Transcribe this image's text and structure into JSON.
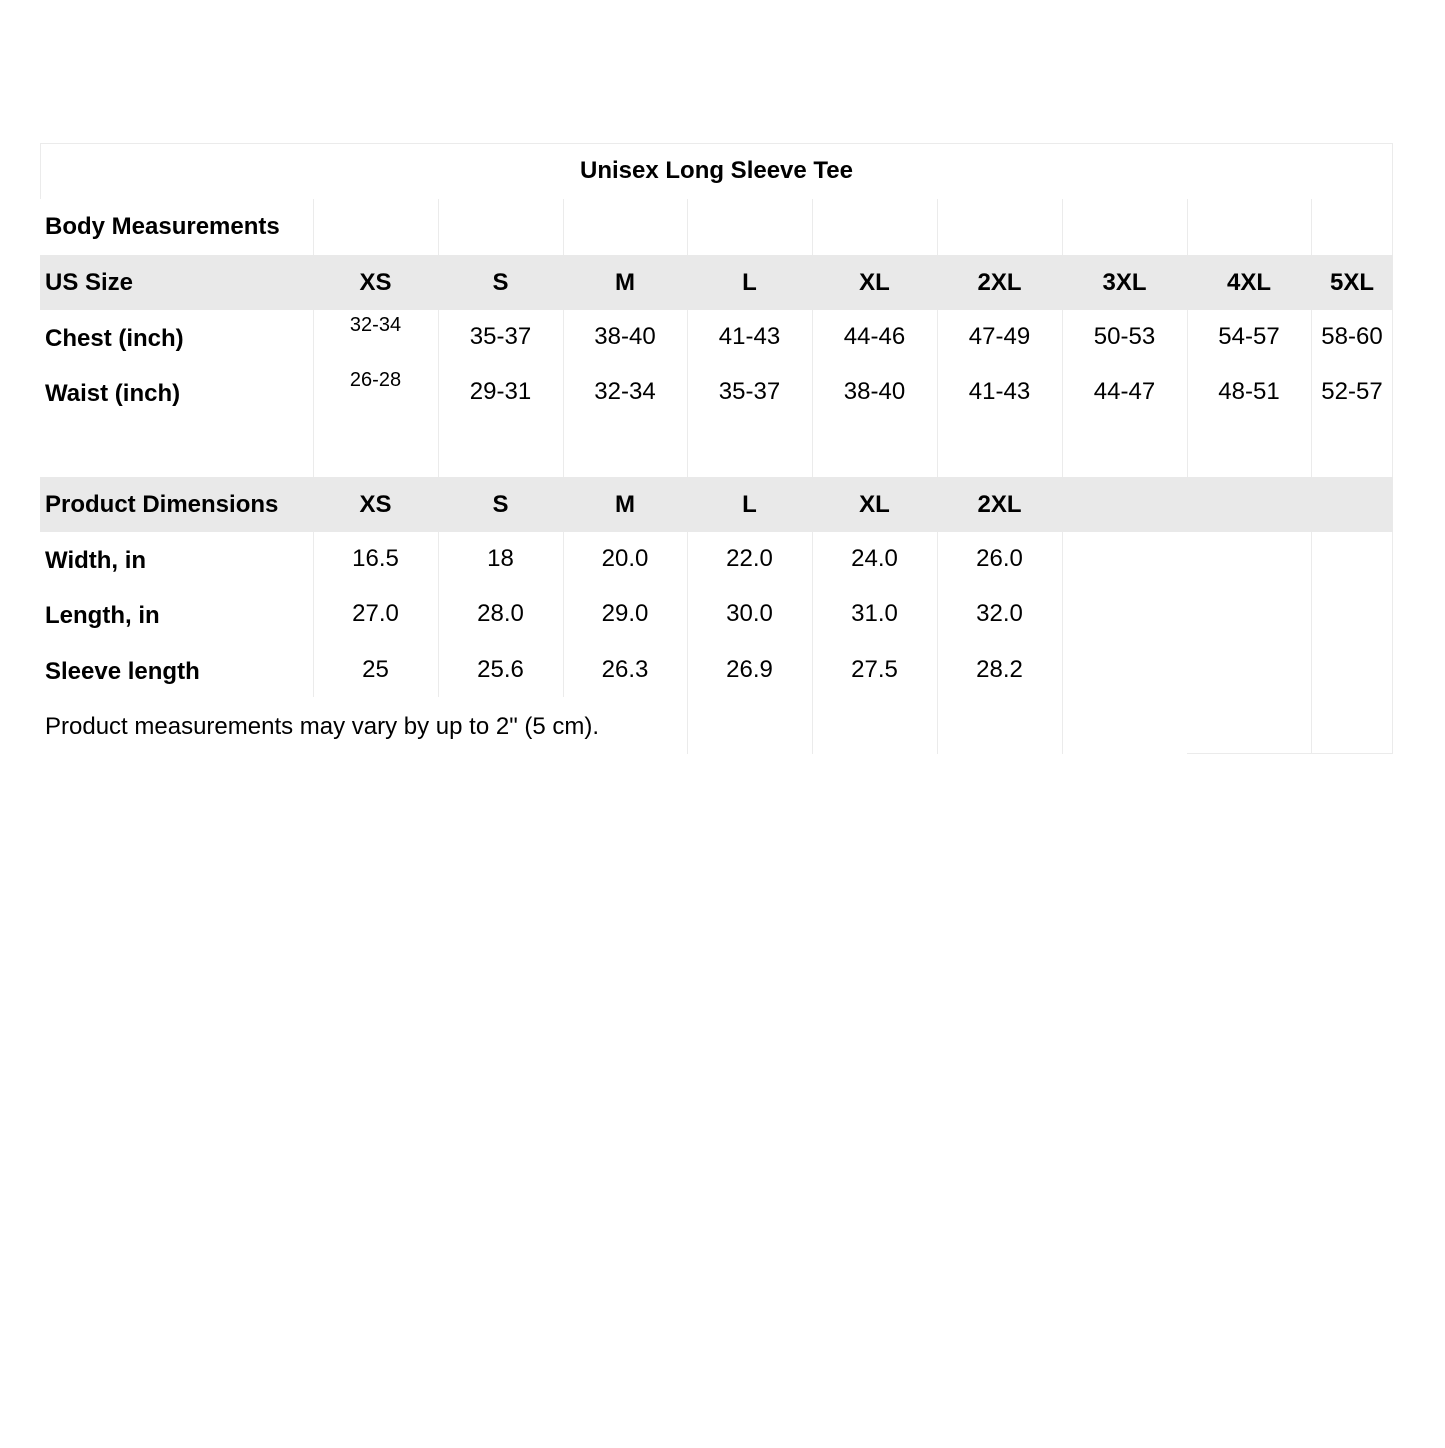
{
  "title": "Unisex Long Sleeve Tee",
  "body_measurements": {
    "heading": "Body Measurements",
    "size_label": "US Size",
    "sizes": [
      "XS",
      "S",
      "M",
      "L",
      "XL",
      "2XL",
      "3XL",
      "4XL",
      "5XL"
    ],
    "rows": [
      {
        "label": "Chest (inch)",
        "values": [
          "32-34",
          "35-37",
          "38-40",
          "41-43",
          "44-46",
          "47-49",
          "50-53",
          "54-57",
          "58-60"
        ]
      },
      {
        "label": "Waist (inch)",
        "values": [
          "26-28",
          "29-31",
          "32-34",
          "35-37",
          "38-40",
          "41-43",
          "44-47",
          "48-51",
          "52-57"
        ]
      }
    ]
  },
  "product_dimensions": {
    "heading": "Product Dimensions",
    "sizes": [
      "XS",
      "S",
      "M",
      "L",
      "XL",
      "2XL"
    ],
    "rows": [
      {
        "label": "Width, in",
        "values": [
          "16.5",
          "18",
          "20.0",
          "22.0",
          "24.0",
          "26.0"
        ]
      },
      {
        "label": "Length, in",
        "values": [
          "27.0",
          "28.0",
          "29.0",
          "30.0",
          "31.0",
          "32.0"
        ]
      },
      {
        "label": "Sleeve length",
        "values": [
          "25",
          "25.6",
          "26.3",
          "26.9",
          "27.5",
          "28.2"
        ]
      }
    ]
  },
  "note": "Product measurements may vary by up to 2\" (5 cm)."
}
